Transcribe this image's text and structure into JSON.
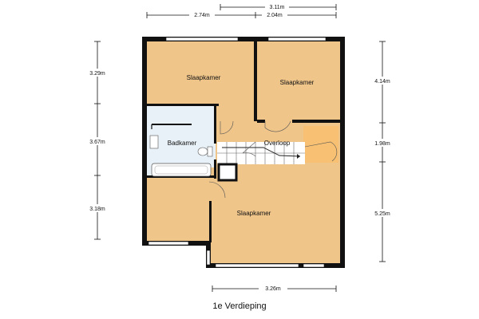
{
  "rooms": {
    "slaapkamer_1": "Slaapkamer",
    "slaapkamer_2": "Slaapkamer",
    "badkamer": "Badkamer",
    "overloop": "Overloop",
    "slaapkamer_3": "Slaapkamer"
  },
  "dimensions": {
    "top_total": "3.11m",
    "top_left": "2.74m",
    "top_right": "2.04m",
    "left_top": "3.29m",
    "left_mid": "3.67m",
    "left_bottom": "3.18m",
    "right_top": "4.14m",
    "right_mid": "1.98m",
    "right_bottom": "5.25m",
    "bottom": "3.26m"
  },
  "caption": "1e Verdieping",
  "colors": {
    "room_fill": "#efc58a",
    "overloop_fill": "#f7c072",
    "bath_fill": "#e8f1f7",
    "wall": "#111111",
    "window": "#ffffff",
    "dim_line": "#111111"
  }
}
